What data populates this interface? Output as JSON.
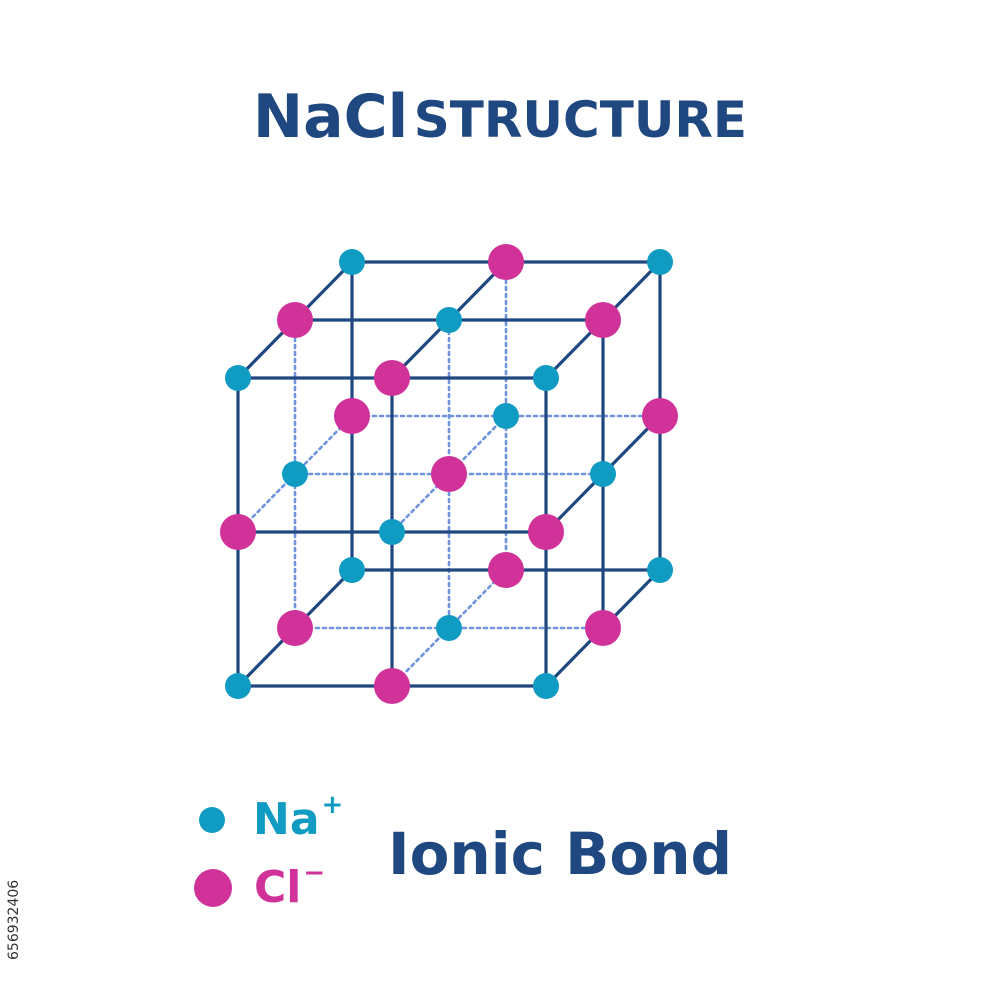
{
  "title": {
    "formula": "NaCl",
    "word": "STRUCTURE"
  },
  "colors": {
    "title": "#1f4780",
    "frame": "#1f4780",
    "inner_grid": "#6f93dc",
    "na": "#109cc2",
    "cl": "#d0329a"
  },
  "legend": [
    {
      "ion": "Na",
      "charge": "+",
      "color": "#109cc2"
    },
    {
      "ion": "Cl",
      "charge": "−",
      "color": "#d0329a"
    }
  ],
  "bond_label": "Ionic Bond",
  "side_id": "656932406",
  "lattice": {
    "type": "rock-salt",
    "points_per_edge": 3,
    "corner_ion": "Na",
    "alternate_ion": "Cl"
  }
}
